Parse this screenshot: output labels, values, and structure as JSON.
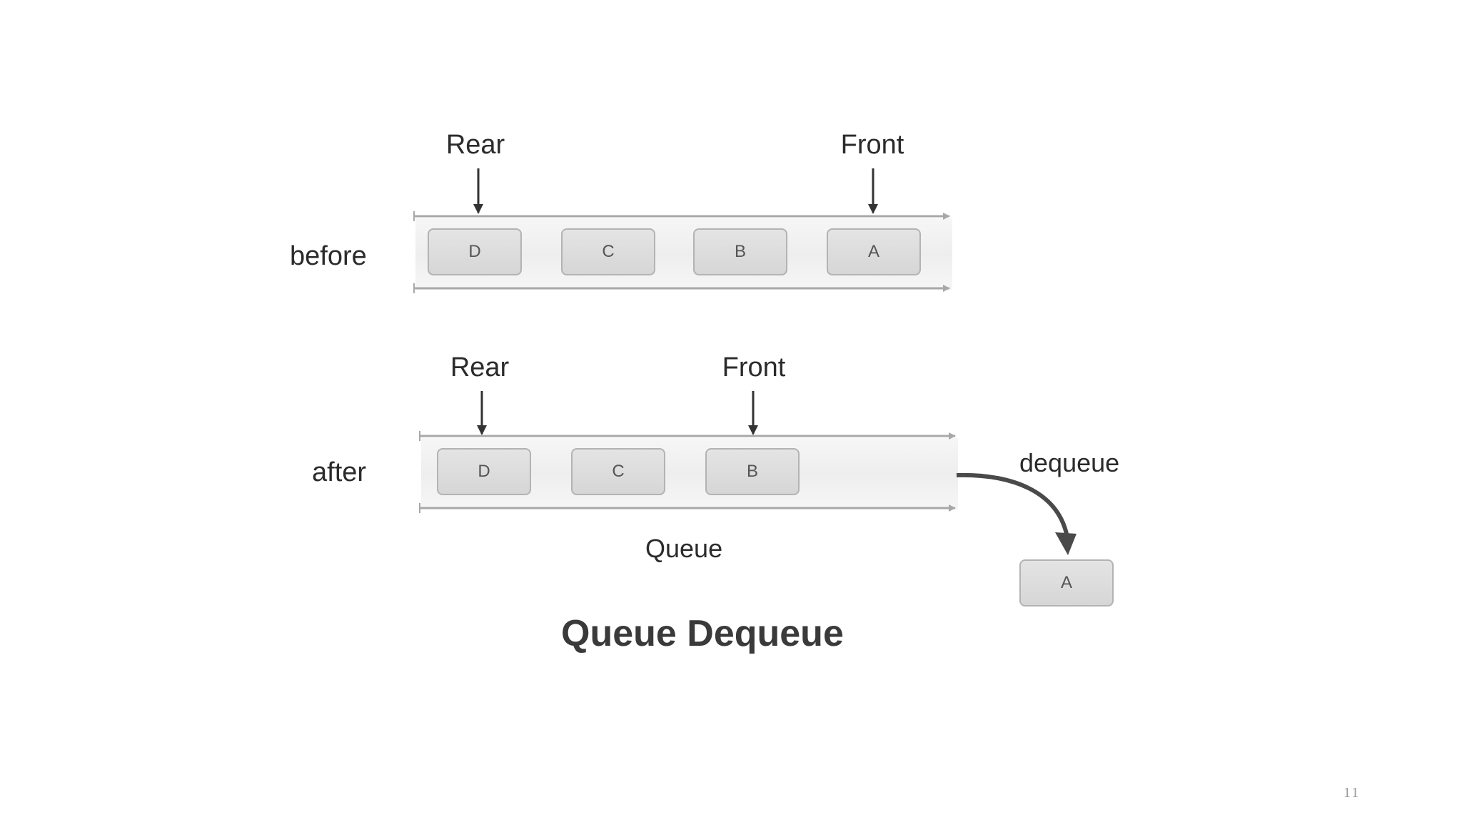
{
  "title": "Queue Dequeue",
  "page_number": "11",
  "before": {
    "row_label": "before",
    "rear_label": "Rear",
    "front_label": "Front",
    "items": [
      "D",
      "C",
      "B",
      "A"
    ]
  },
  "after": {
    "row_label": "after",
    "rear_label": "Rear",
    "front_label": "Front",
    "items": [
      "D",
      "C",
      "B"
    ],
    "queue_caption": "Queue"
  },
  "dequeue": {
    "label": "dequeue",
    "item": "A"
  },
  "colors": {
    "box_fill": "#dddddd",
    "box_border": "#b3b3b3",
    "rail": "#a8a8a8",
    "pointer_arrow": "#333333",
    "dequeue_arrow": "#4a4a4a"
  }
}
